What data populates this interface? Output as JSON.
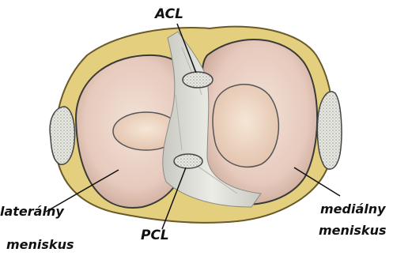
{
  "labels": {
    "acl": "ACL",
    "pcl": "PCL",
    "lateral_meniscus_line1": "laterálny",
    "lateral_meniscus_line2": "meniskus",
    "medial_meniscus_line1": "mediálny",
    "medial_meniscus_line2": "meniskus"
  },
  "colors": {
    "bone_yellow": "#e3cf7e",
    "meniscus": "#e6cabd",
    "plateau_cartilage": "#e9cfbe",
    "ligament": "#d9d9d3",
    "tendon_stump": "#cfcfc8",
    "outline": "#3a3a3a",
    "label_text": "#111111"
  }
}
